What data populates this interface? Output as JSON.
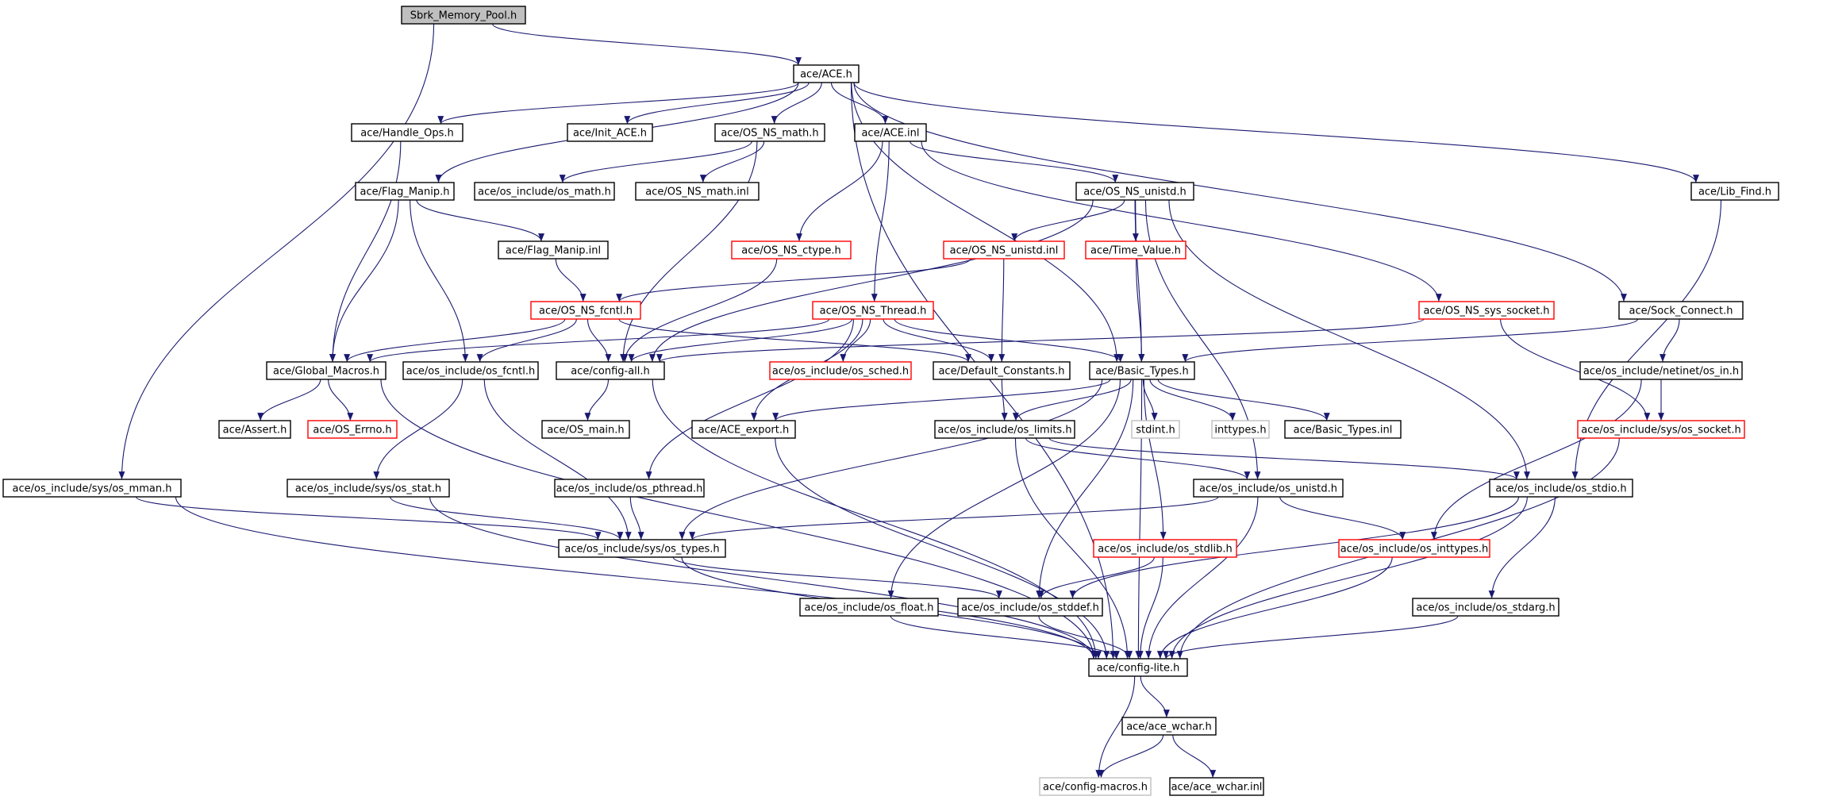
{
  "diagram": {
    "type": "include-dependency-graph",
    "colors": {
      "edge": "#191970",
      "root_fill": "#bfbfbf",
      "node_border": "#000000",
      "incomplete_border": "#ff0000",
      "external_border": "#bfbfbf",
      "text": "#000000"
    },
    "nodes": [
      {
        "id": "sbrk",
        "label": "Sbrk_Memory_Pool.h",
        "kind": "root"
      },
      {
        "id": "ace",
        "label": "ace/ACE.h",
        "kind": "normal"
      },
      {
        "id": "handle_ops",
        "label": "ace/Handle_Ops.h",
        "kind": "normal"
      },
      {
        "id": "init_ace",
        "label": "ace/Init_ACE.h",
        "kind": "normal"
      },
      {
        "id": "os_ns_math",
        "label": "ace/OS_NS_math.h",
        "kind": "normal"
      },
      {
        "id": "ace_inl",
        "label": "ace/ACE.inl",
        "kind": "normal"
      },
      {
        "id": "lib_find",
        "label": "ace/Lib_Find.h",
        "kind": "normal"
      },
      {
        "id": "flag_manip",
        "label": "ace/Flag_Manip.h",
        "kind": "normal"
      },
      {
        "id": "os_math",
        "label": "ace/os_include/os_math.h",
        "kind": "normal"
      },
      {
        "id": "os_ns_math_inl",
        "label": "ace/OS_NS_math.inl",
        "kind": "normal"
      },
      {
        "id": "os_ns_unistd",
        "label": "ace/OS_NS_unistd.h",
        "kind": "normal"
      },
      {
        "id": "flag_manip_inl",
        "label": "ace/Flag_Manip.inl",
        "kind": "normal"
      },
      {
        "id": "os_ns_ctype",
        "label": "ace/OS_NS_ctype.h",
        "kind": "incomplete"
      },
      {
        "id": "os_ns_unistd_inl",
        "label": "ace/OS_NS_unistd.inl",
        "kind": "incomplete"
      },
      {
        "id": "time_value",
        "label": "ace/Time_Value.h",
        "kind": "incomplete"
      },
      {
        "id": "os_ns_fcntl",
        "label": "ace/OS_NS_fcntl.h",
        "kind": "incomplete"
      },
      {
        "id": "os_ns_thread",
        "label": "ace/OS_NS_Thread.h",
        "kind": "incomplete"
      },
      {
        "id": "os_ns_sys_socket",
        "label": "ace/OS_NS_sys_socket.h",
        "kind": "incomplete"
      },
      {
        "id": "sock_connect",
        "label": "ace/Sock_Connect.h",
        "kind": "normal"
      },
      {
        "id": "global_macros",
        "label": "ace/Global_Macros.h",
        "kind": "normal"
      },
      {
        "id": "os_fcntl",
        "label": "ace/os_include/os_fcntl.h",
        "kind": "normal"
      },
      {
        "id": "config_all",
        "label": "ace/config-all.h",
        "kind": "normal"
      },
      {
        "id": "os_sched",
        "label": "ace/os_include/os_sched.h",
        "kind": "incomplete"
      },
      {
        "id": "default_constants",
        "label": "ace/Default_Constants.h",
        "kind": "normal"
      },
      {
        "id": "basic_types",
        "label": "ace/Basic_Types.h",
        "kind": "normal"
      },
      {
        "id": "os_in",
        "label": "ace/os_include/netinet/os_in.h",
        "kind": "normal"
      },
      {
        "id": "assert",
        "label": "ace/Assert.h",
        "kind": "normal"
      },
      {
        "id": "os_errno",
        "label": "ace/OS_Errno.h",
        "kind": "incomplete"
      },
      {
        "id": "os_main",
        "label": "ace/OS_main.h",
        "kind": "normal"
      },
      {
        "id": "ace_export",
        "label": "ace/ACE_export.h",
        "kind": "normal"
      },
      {
        "id": "os_limits",
        "label": "ace/os_include/os_limits.h",
        "kind": "normal"
      },
      {
        "id": "stdint",
        "label": "stdint.h",
        "kind": "external"
      },
      {
        "id": "inttypes",
        "label": "inttypes.h",
        "kind": "external"
      },
      {
        "id": "basic_types_inl",
        "label": "ace/Basic_Types.inl",
        "kind": "normal"
      },
      {
        "id": "os_sys_socket",
        "label": "ace/os_include/sys/os_socket.h",
        "kind": "incomplete"
      },
      {
        "id": "os_mman",
        "label": "ace/os_include/sys/os_mman.h",
        "kind": "normal"
      },
      {
        "id": "os_stat",
        "label": "ace/os_include/sys/os_stat.h",
        "kind": "normal"
      },
      {
        "id": "os_pthread",
        "label": "ace/os_include/os_pthread.h",
        "kind": "normal"
      },
      {
        "id": "os_unistd",
        "label": "ace/os_include/os_unistd.h",
        "kind": "normal"
      },
      {
        "id": "os_stdio",
        "label": "ace/os_include/os_stdio.h",
        "kind": "normal"
      },
      {
        "id": "os_types",
        "label": "ace/os_include/sys/os_types.h",
        "kind": "normal"
      },
      {
        "id": "os_stdlib",
        "label": "ace/os_include/os_stdlib.h",
        "kind": "incomplete"
      },
      {
        "id": "os_inttypes",
        "label": "ace/os_include/os_inttypes.h",
        "kind": "incomplete"
      },
      {
        "id": "os_float",
        "label": "ace/os_include/os_float.h",
        "kind": "normal"
      },
      {
        "id": "os_stddef",
        "label": "ace/os_include/os_stddef.h",
        "kind": "normal"
      },
      {
        "id": "os_stdarg",
        "label": "ace/os_include/os_stdarg.h",
        "kind": "normal"
      },
      {
        "id": "config_lite",
        "label": "ace/config-lite.h",
        "kind": "normal"
      },
      {
        "id": "ace_wchar",
        "label": "ace/ace_wchar.h",
        "kind": "normal"
      },
      {
        "id": "config_macros",
        "label": "ace/config-macros.h",
        "kind": "external"
      },
      {
        "id": "ace_wchar_inl",
        "label": "ace/ace_wchar.inl",
        "kind": "normal"
      }
    ],
    "edges": [
      [
        "sbrk",
        "ace"
      ],
      [
        "sbrk",
        "os_mman"
      ],
      [
        "ace",
        "handle_ops"
      ],
      [
        "ace",
        "init_ace"
      ],
      [
        "ace",
        "os_ns_math"
      ],
      [
        "ace",
        "ace_inl"
      ],
      [
        "ace",
        "flag_manip"
      ],
      [
        "ace",
        "lib_find"
      ],
      [
        "ace",
        "sock_connect"
      ],
      [
        "ace",
        "basic_types"
      ],
      [
        "ace",
        "config_lite"
      ],
      [
        "handle_ops",
        "global_macros"
      ],
      [
        "os_ns_math",
        "os_math"
      ],
      [
        "os_ns_math",
        "os_ns_math_inl"
      ],
      [
        "os_ns_math",
        "config_all"
      ],
      [
        "ace_inl",
        "os_ns_unistd"
      ],
      [
        "ace_inl",
        "os_ns_ctype"
      ],
      [
        "ace_inl",
        "os_ns_thread"
      ],
      [
        "ace_inl",
        "os_ns_sys_socket"
      ],
      [
        "flag_manip",
        "flag_manip_inl"
      ],
      [
        "flag_manip",
        "global_macros"
      ],
      [
        "flag_manip",
        "os_fcntl"
      ],
      [
        "flag_manip_inl",
        "os_ns_fcntl"
      ],
      [
        "os_ns_unistd",
        "os_ns_unistd_inl"
      ],
      [
        "os_ns_unistd",
        "time_value"
      ],
      [
        "os_ns_unistd",
        "basic_types"
      ],
      [
        "os_ns_unistd",
        "config_all"
      ],
      [
        "os_ns_unistd",
        "os_unistd"
      ],
      [
        "os_ns_unistd",
        "os_stdio"
      ],
      [
        "os_ns_unistd_inl",
        "os_ns_fcntl"
      ],
      [
        "os_ns_unistd_inl",
        "default_constants"
      ],
      [
        "time_value",
        "basic_types"
      ],
      [
        "os_ns_ctype",
        "config_all"
      ],
      [
        "os_ns_fcntl",
        "global_macros"
      ],
      [
        "os_ns_fcntl",
        "os_fcntl"
      ],
      [
        "os_ns_fcntl",
        "config_all"
      ],
      [
        "os_ns_fcntl",
        "default_constants"
      ],
      [
        "os_ns_thread",
        "global_macros"
      ],
      [
        "os_ns_thread",
        "config_all"
      ],
      [
        "os_ns_thread",
        "os_sched"
      ],
      [
        "os_ns_thread",
        "default_constants"
      ],
      [
        "os_ns_thread",
        "basic_types"
      ],
      [
        "os_ns_thread",
        "ace_export"
      ],
      [
        "os_ns_thread",
        "os_pthread"
      ],
      [
        "os_ns_sys_socket",
        "config_all"
      ],
      [
        "os_ns_sys_socket",
        "os_sys_socket"
      ],
      [
        "sock_connect",
        "basic_types"
      ],
      [
        "sock_connect",
        "os_in"
      ],
      [
        "global_macros",
        "assert"
      ],
      [
        "global_macros",
        "os_errno"
      ],
      [
        "global_macros",
        "config_lite"
      ],
      [
        "os_fcntl",
        "os_stat"
      ],
      [
        "os_fcntl",
        "os_types"
      ],
      [
        "config_all",
        "os_main"
      ],
      [
        "config_all",
        "config_lite"
      ],
      [
        "default_constants",
        "os_limits"
      ],
      [
        "basic_types",
        "ace_export"
      ],
      [
        "basic_types",
        "os_limits"
      ],
      [
        "basic_types",
        "stdint"
      ],
      [
        "basic_types",
        "inttypes"
      ],
      [
        "basic_types",
        "basic_types_inl"
      ],
      [
        "basic_types",
        "os_types"
      ],
      [
        "basic_types",
        "os_float"
      ],
      [
        "basic_types",
        "os_stddef"
      ],
      [
        "basic_types",
        "os_stdlib"
      ],
      [
        "basic_types",
        "config_lite"
      ],
      [
        "os_in",
        "os_sys_socket"
      ],
      [
        "os_in",
        "os_inttypes"
      ],
      [
        "lib_find",
        "os_stdio"
      ],
      [
        "ace_export",
        "config_lite"
      ],
      [
        "os_limits",
        "os_unistd"
      ],
      [
        "os_limits",
        "os_stdio"
      ],
      [
        "os_limits",
        "config_lite"
      ],
      [
        "os_sys_socket",
        "config_lite"
      ],
      [
        "os_mman",
        "os_types"
      ],
      [
        "os_mman",
        "config_lite"
      ],
      [
        "os_stat",
        "os_types"
      ],
      [
        "os_stat",
        "config_lite"
      ],
      [
        "os_pthread",
        "os_types"
      ],
      [
        "os_unistd",
        "os_types"
      ],
      [
        "os_unistd",
        "os_inttypes"
      ],
      [
        "os_unistd",
        "config_lite"
      ],
      [
        "os_stdio",
        "os_stddef"
      ],
      [
        "os_stdio",
        "os_stdarg"
      ],
      [
        "os_stdio",
        "config_lite"
      ],
      [
        "os_types",
        "os_stddef"
      ],
      [
        "os_types",
        "config_lite"
      ],
      [
        "os_stdlib",
        "os_stddef"
      ],
      [
        "os_stdlib",
        "config_lite"
      ],
      [
        "os_inttypes",
        "config_lite"
      ],
      [
        "os_float",
        "config_lite"
      ],
      [
        "os_stddef",
        "config_lite"
      ],
      [
        "os_stdarg",
        "config_lite"
      ],
      [
        "config_lite",
        "ace_wchar"
      ],
      [
        "config_lite",
        "config_macros"
      ],
      [
        "ace_wchar",
        "config_macros"
      ],
      [
        "ace_wchar",
        "ace_wchar_inl"
      ]
    ]
  }
}
